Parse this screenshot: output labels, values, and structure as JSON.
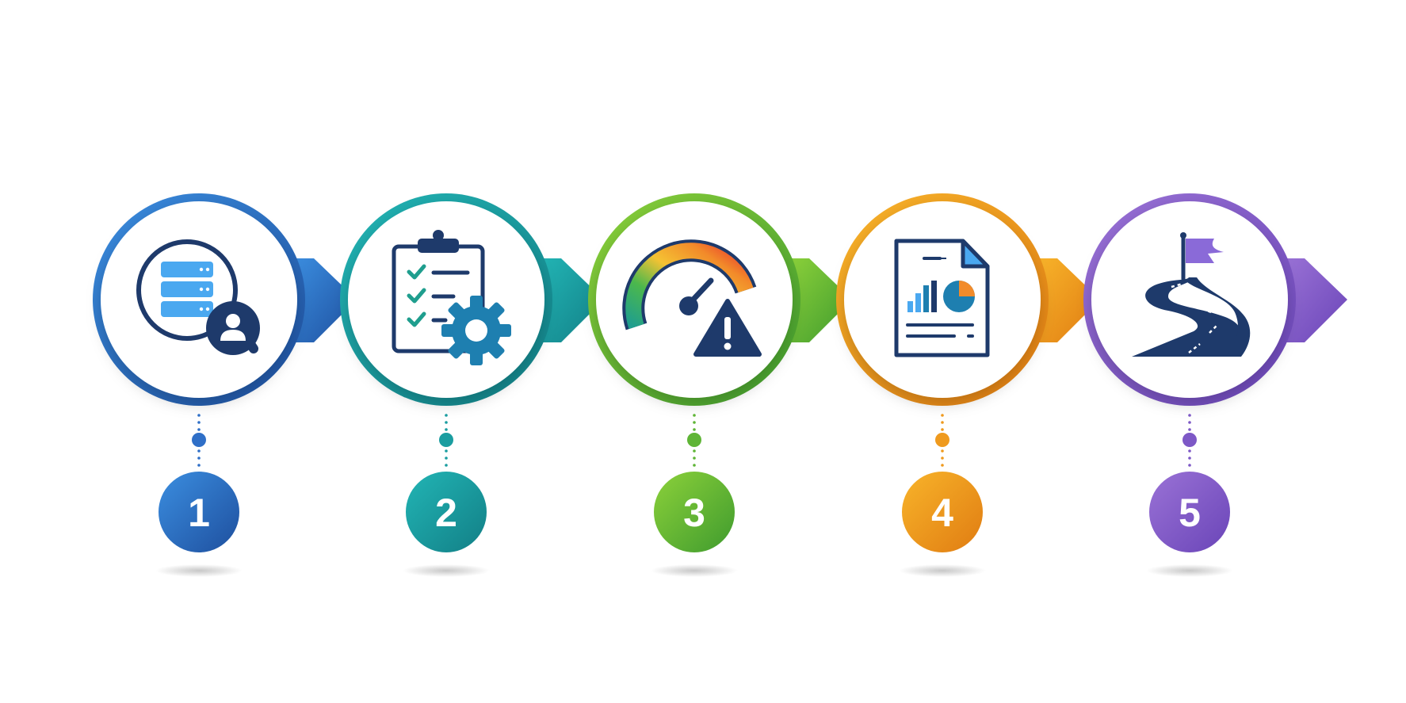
{
  "steps": [
    {
      "number": "1",
      "icon": "database-search-user-icon",
      "color_start": "#3b8ee0",
      "color_end": "#1e4f9e"
    },
    {
      "number": "2",
      "icon": "checklist-gear-icon",
      "color_start": "#22b5b5",
      "color_end": "#127f86"
    },
    {
      "number": "3",
      "icon": "gauge-warning-icon",
      "color_start": "#8cd13a",
      "color_end": "#3f9b2e"
    },
    {
      "number": "4",
      "icon": "report-chart-icon",
      "color_start": "#f8b42a",
      "color_end": "#e07c12"
    },
    {
      "number": "5",
      "icon": "road-flag-icon",
      "color_start": "#9a72d6",
      "color_end": "#6a45b8"
    }
  ],
  "colors": {
    "icon_dark": "#1e3a6b",
    "icon_light_blue": "#4aa8f0",
    "gauge": [
      "#1f9e8e",
      "#4cb84c",
      "#bcd43a",
      "#f4c233",
      "#f28b2a",
      "#e8362d"
    ],
    "flag": "#8a6ad8"
  }
}
